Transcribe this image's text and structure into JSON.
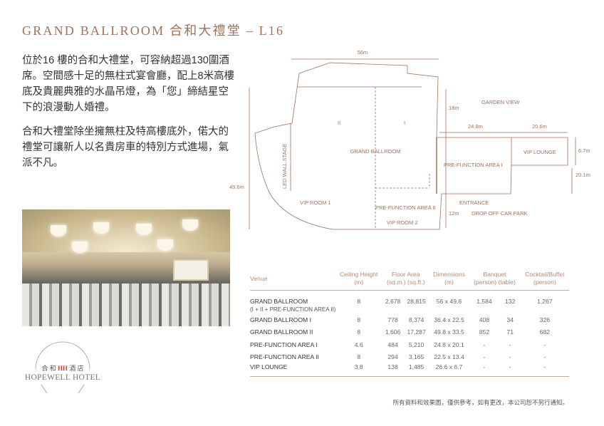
{
  "title": "GRAND BALLROOM 合和大禮堂 – L16",
  "intro": [
    "位於16 樓的合和大禮堂，可容納超過130圍酒席。空間感十足的無柱式宴會廳，配上8米高樓底及貴麗典雅的水晶吊燈，為「您」締結星空下的浪漫動人婚禮。",
    "合和大禮堂除坐擁無柱及特高樓底外，偌大的禮堂可讓新人以名貴房車的特別方式進場，氣派不凡。"
  ],
  "logo": {
    "cn_left": "合和",
    "cn_mark": "HH",
    "cn_right": "酒店",
    "en": "HOPEWELL HOTEL"
  },
  "plan": {
    "dim_width": "56m",
    "dim_height": "49.6m",
    "dim_18": "18m",
    "dim_248": "24.8m",
    "dim_206": "20.6m",
    "dim_67": "6.7m",
    "dim_201": "20.1m",
    "dim_12": "12m",
    "garden": "GARDEN VIEW",
    "room_ii": "II",
    "room_i": "I",
    "ballroom": "GRAND BALLROOM",
    "led": "LED WALL STAGE",
    "vip1": "VIP ROOM 1",
    "vip2": "VIP ROOM 2",
    "prefunc1": "PRE-FUNCTION AREA I",
    "prefunc2": "PRE-FUNCTION AREA II",
    "vip_lounge": "VIP LOUNGE",
    "entrance": "ENTRANCE",
    "dropoff": "DROP OFF CAR PARK"
  },
  "table": {
    "headers": {
      "venue": "Venue",
      "ceiling": "Ceiling Height",
      "ceiling_u": "(m)",
      "floor": "Floor Area",
      "floor_u": "(sq.m.) (sq.ft.)",
      "dim": "Dimensions",
      "dim_u": "(m)",
      "banquet": "Banquet",
      "banquet_u": "(person) (table)",
      "cocktail": "Cocktail/Buffet",
      "cocktail_u": "(person)"
    },
    "rows": [
      {
        "venue": "GRAND BALLROOM",
        "sub": "(I + II + PRE-FUNCTION AREA II)",
        "ceiling": "8",
        "sqm": "2,678",
        "sqft": "28,815",
        "dim": "56 x 49.6",
        "person": "1,584",
        "table": "132",
        "cocktail": "1,267"
      },
      {
        "venue": "GRAND BALLROOM I",
        "ceiling": "8",
        "sqm": "778",
        "sqft": "8,374",
        "dim": "36.4 x 22.5",
        "person": "408",
        "table": "34",
        "cocktail": "326"
      },
      {
        "venue": "GRAND BALLROOM II",
        "ceiling": "8",
        "sqm": "1,606",
        "sqft": "17,287",
        "dim": "49.8 x 33.5",
        "person": "852",
        "table": "71",
        "cocktail": "682"
      },
      {
        "venue": "PRE-FUNCTION AREA I",
        "ceiling": "4.6",
        "sqm": "484",
        "sqft": "5,210",
        "dim": "24.8 x 20.1",
        "person": "-",
        "table": "-",
        "cocktail": "-"
      },
      {
        "venue": "PRE-FUNCTION AREA II",
        "ceiling": "8",
        "sqm": "294",
        "sqft": "3,165",
        "dim": "22.5 x 13.4",
        "person": "-",
        "table": "-",
        "cocktail": "-"
      },
      {
        "venue": "VIP LOUNGE",
        "ceiling": "3.8",
        "sqm": "138",
        "sqft": "1,485",
        "dim": "26.6 x 6.7",
        "person": "-",
        "table": "-",
        "cocktail": "-"
      }
    ]
  },
  "note": "所有資料和效果圖，僅供參考，如有更改，本公司恕不另行通知。",
  "colors": {
    "accent": "#a0705a",
    "logo_red": "#e03a2a"
  }
}
